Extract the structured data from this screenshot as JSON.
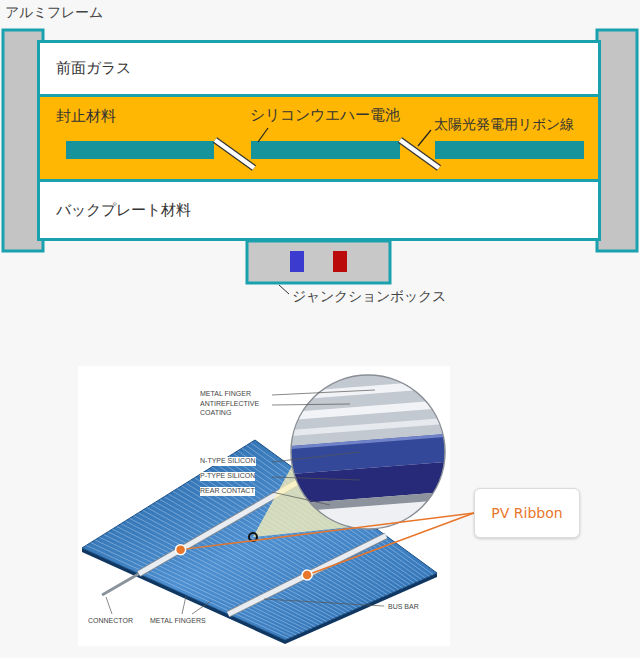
{
  "diagram": {
    "nodes": [
      {
        "text": [
          "前面ガラス"
        ]
      },
      {
        "text": [
          "封止材料"
        ]
      },
      {
        "text": [
          "バックプレート材料"
        ]
      },
      {
        "text": [
          "PV Ribbon"
        ]
      }
    ],
    "labels": [
      "アルミフレーム",
      "シリコンウエハー電池",
      "太陽光発電用リボン線",
      "ジャンクションボックス",
      "METAL FINGER",
      "ANTIREFLECTIVE COATING",
      "N-TYPE SILICON",
      "P-TYPE SILICON",
      "REAR CONTACT",
      "CONNECTOR",
      "METAL FINGERS",
      "BUS BAR"
    ]
  }
}
